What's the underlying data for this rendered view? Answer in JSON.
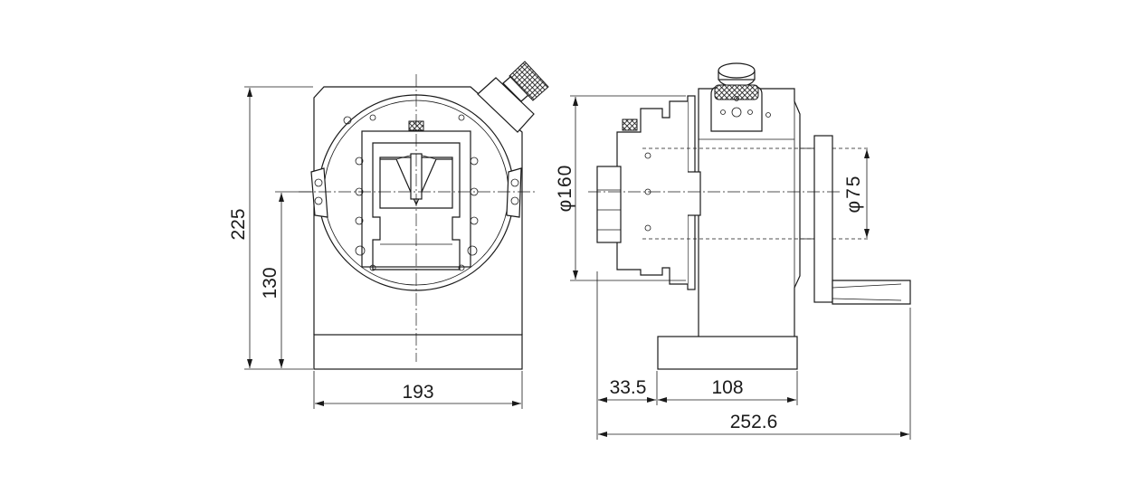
{
  "dimensions": {
    "front_width": "193",
    "total_height": "225",
    "center_height": "130",
    "side_offset": "33.5",
    "base_length": "108",
    "overall_length": "252.6",
    "disc_diameter": "φ160",
    "bore_diameter": "φ75"
  }
}
